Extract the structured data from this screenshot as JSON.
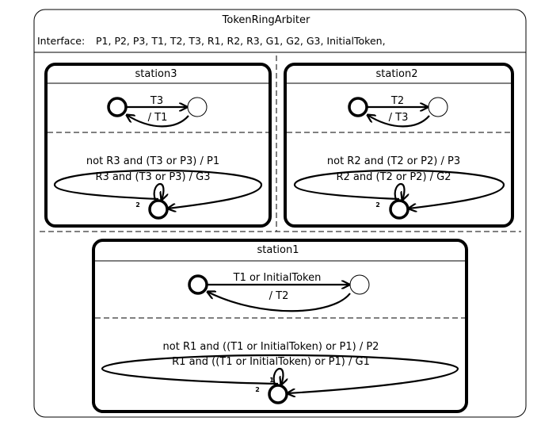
{
  "title": "TokenRingArbiter",
  "interface": {
    "label": "Interface:",
    "signals": "P1, P2, P3, T1, T2, T3, R1, R2, R3, G1, G2, G3, InitialToken,"
  },
  "stations": {
    "station3": {
      "name": "station3",
      "token_to_label": "T3",
      "token_back_label": "/ T1",
      "loop_outer_label": "not R3 and (T3 or P3) / P1",
      "loop_inner_label": "R3 and (T3 or P3) / G3",
      "priority_2": "2"
    },
    "station2": {
      "name": "station2",
      "token_to_label": "T2",
      "token_back_label": "/ T3",
      "loop_outer_label": "not R2 and (T2 or P2) / P3",
      "loop_inner_label": "R2 and (T2 or P2) / G2",
      "priority_2": "2"
    },
    "station1": {
      "name": "station1",
      "token_to_label": "T1 or InitialToken",
      "token_back_label": "/ T2",
      "loop_outer_label": "not R1 and ((T1 or InitialToken) or P1) / P2",
      "loop_inner_label": "R1 and ((T1 or InitialToken) or P1) / G1",
      "priority_1": "1",
      "priority_2": "2"
    }
  }
}
